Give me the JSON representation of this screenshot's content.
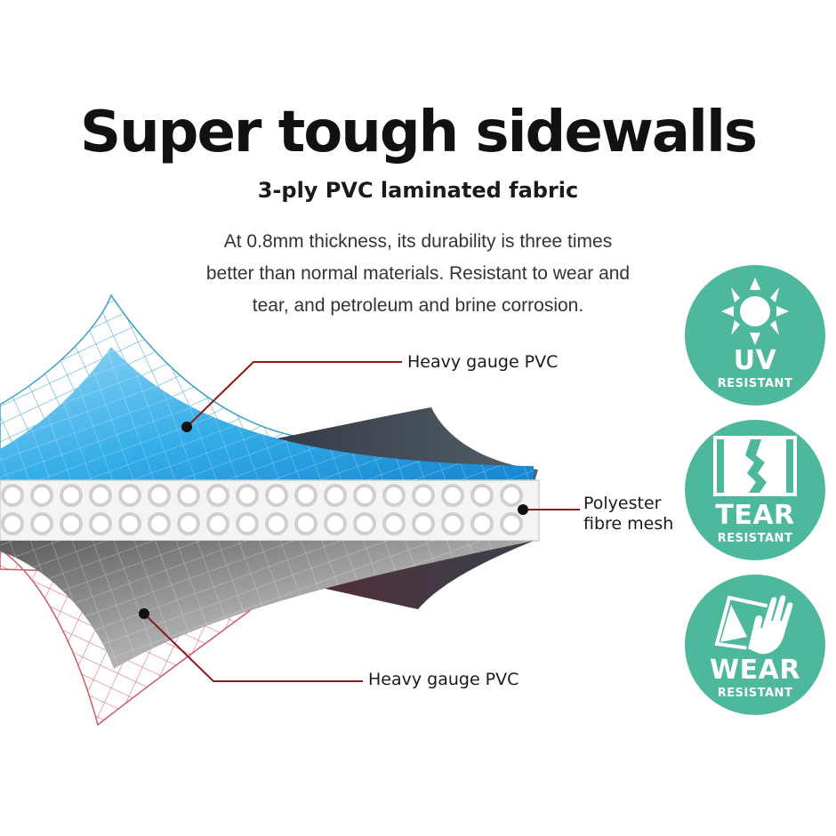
{
  "title": "Super tough sidewalls",
  "subtitle": "3-ply PVC laminated fabric",
  "description": [
    "At 0.8mm thickness, its durability is three times",
    "better than normal materials. Resistant to wear and",
    "tear, and petroleum and brine corrosion."
  ],
  "layers": {
    "top_label": "Heavy gauge PVC",
    "middle_label": [
      "Polyester",
      "fibre mesh"
    ],
    "bottom_label": "Heavy gauge PVC"
  },
  "badges": [
    {
      "big": "UV",
      "small": "RESISTANT",
      "icon": "sun-icon"
    },
    {
      "big": "TEAR",
      "small": "RESISTANT",
      "icon": "tear-icon"
    },
    {
      "big": "WEAR",
      "small": "RESISTANT",
      "icon": "hand-wipe-icon"
    }
  ],
  "colors": {
    "badge": "#4db89b",
    "top_layer": "#2aa6e6",
    "top_grid": "#3aa0c8",
    "bottom_layer": "#9a9a9a",
    "bottom_grid": "#d05a6a",
    "leader_line": "#8b1a1a",
    "dark_shadow": "#3b4450"
  }
}
